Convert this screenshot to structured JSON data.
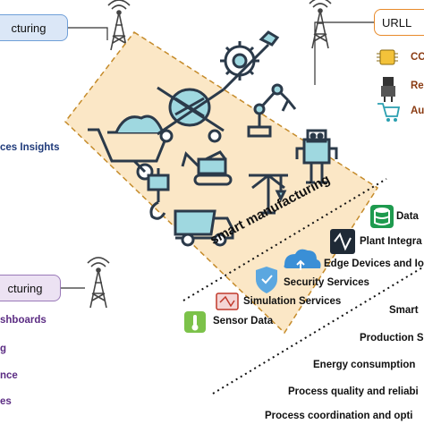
{
  "top_left_box": {
    "label": "cturing"
  },
  "top_right_box": {
    "label": "URLL"
  },
  "bottom_left_box": {
    "label": "cturing"
  },
  "left_top_text": "ces Insights",
  "left_bottom_items": [
    "shboards",
    "g",
    "nce",
    "es"
  ],
  "right_top_items": [
    "CC",
    "Re",
    "Au"
  ],
  "center_label": "smart manufacturing",
  "services": [
    "Data",
    "Plant Integra",
    "Edge Devices and IoT",
    "Security Services",
    "Simulation Services",
    "Sensor Data"
  ],
  "right_list": [
    "Smart",
    "Production S",
    "Energy consumption",
    "Process quality and reliabi",
    "Process coordination and opti"
  ],
  "colors": {
    "panel_fill": "#fbe7c6",
    "panel_border": "#c58b2a",
    "icon_dark": "#2b3a4a",
    "icon_teal": "#2a9fb0",
    "tower": "#555555"
  }
}
